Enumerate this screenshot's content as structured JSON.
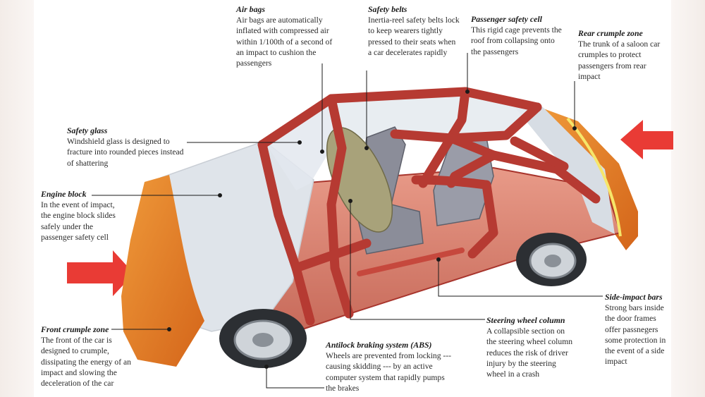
{
  "callouts": {
    "air_bags": {
      "title": "Air bags",
      "text": "Air bags are automatically inflated with compressed air within 1/100th of a second of an impact to cushion the passengers"
    },
    "safety_belts": {
      "title": "Safety belts",
      "text": "Inertia-reel safety belts lock to keep wearers tightly pressed to their seats when a car decelerates rapidly"
    },
    "passenger_cell": {
      "title": "Passenger safety cell",
      "text": "This rigid cage prevents the roof from collapsing onto the passengers"
    },
    "rear_crumple": {
      "title": "Rear crumple zone",
      "text": "The trunk of a saloon car crumples to protect passengers from rear impact"
    },
    "safety_glass": {
      "title": "Safety glass",
      "text": "Windshield glass is designed to fracture into rounded pieces instead of shattering"
    },
    "engine_block": {
      "title": "Engine block",
      "text": "In the event of impact, the engine block slides safely under the passenger safety cell"
    },
    "side_impact": {
      "title": "Side-impact bars",
      "text": "Strong bars inside the door frames offer passnegers some protection in the event of a side impact"
    },
    "steering_column": {
      "title": "Steering wheel column",
      "text": "A collapsible section on the steering wheel column reduces the risk of driver injury by the steering wheel in a crash"
    },
    "front_crumple": {
      "title": "Front crumple zone",
      "text": "The front of the car is designed to crumple, dissipating the energy of an impact and slowing the deceleration of the car"
    },
    "abs": {
      "title": "Antilock braking system (ABS)",
      "text": "Wheels are prevented from locking --- causing skidding --- by an active computer system that rapidly pumps the brakes"
    }
  },
  "colors": {
    "frame": "#b63a32",
    "crumple": "#e07a22",
    "glass": "#dde3ea",
    "arrow": "#e8302a"
  }
}
